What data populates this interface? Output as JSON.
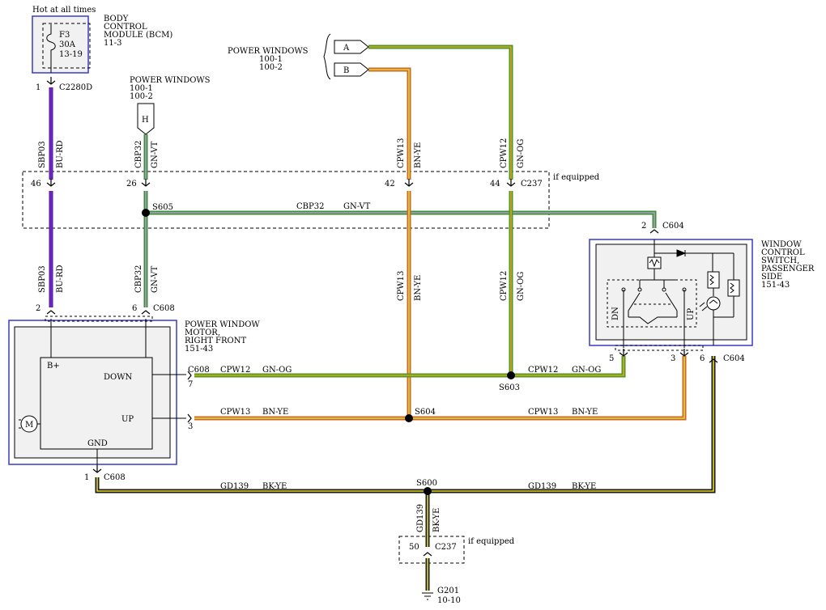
{
  "colors": {
    "BU-RD": {
      "main": "#5a1fa8",
      "stripe": "#7a28c8"
    },
    "GN-VT": {
      "main": "#3f8f3a",
      "stripe": "#b0a0c8"
    },
    "BN-YE": {
      "main": "#c96a28",
      "stripe": "#e8d23a"
    },
    "GN-OG": {
      "main": "#4a9a2a",
      "stripe": "#e8a21a"
    },
    "BK-YE": {
      "main": "#1a1a1a",
      "stripe": "#e8d81a"
    },
    "box_outline": "#3a3ac8",
    "box_fill": "#f1f1f1"
  },
  "bcm": {
    "hot_label": "Hot at all times",
    "fuse_lines": [
      "F3",
      "30A",
      "13-19"
    ],
    "title_lines": [
      "BODY",
      "CONTROL",
      "MODULE (BCM)",
      "11-3"
    ]
  },
  "connectors": {
    "c2280d": {
      "pin": "1",
      "name": "C2280D"
    },
    "c608_pin2": "2",
    "c608_pin6": "6",
    "c608": "C608",
    "c608_pin7": "7",
    "c608_pin3": "3",
    "c608_pin1": "1",
    "c237": "C237",
    "c237_pins": [
      "46",
      "26",
      "42",
      "44"
    ],
    "c604": "C604",
    "c604_pin2": "2",
    "c604_pin5": "5",
    "c604_pin3": "3",
    "c604_pin6": "6",
    "c237_bottom_pin": "50"
  },
  "power_windows_ref_top": {
    "title": "POWER WINDOWS",
    "refs": [
      "100-1",
      "100-2"
    ],
    "tag_h": "H"
  },
  "power_windows_ref_right": {
    "title": "POWER WINDOWS",
    "refs": [
      "100-1",
      "100-2"
    ],
    "tags": [
      "A",
      "B"
    ]
  },
  "if_equipped": "if equipped",
  "wires": {
    "sbp03": {
      "circuit": "SBP03",
      "color": "BU-RD"
    },
    "cbp32": {
      "circuit": "CBP32",
      "color": "GN-VT"
    },
    "cpw13": {
      "circuit": "CPW13",
      "color": "BN-YE"
    },
    "cpw12": {
      "circuit": "CPW12",
      "color": "GN-OG"
    },
    "gd139": {
      "circuit": "GD139",
      "color": "BK-YE"
    }
  },
  "splices": {
    "s605": "S605",
    "s603": "S603",
    "s604": "S604",
    "s600": "S600"
  },
  "motor": {
    "title_lines": [
      "POWER WINDOW",
      "MOTOR,",
      "RIGHT FRONT",
      "151-43"
    ],
    "b_plus": "B+",
    "down": "DOWN",
    "up": "UP",
    "gnd": "GND",
    "m": "M"
  },
  "switch": {
    "title_lines": [
      "WINDOW",
      "CONTROL",
      "SWITCH,",
      "PASSENGER",
      "SIDE",
      "151-43"
    ],
    "dn": "DN",
    "up": "UP"
  },
  "ground": {
    "name": "G201",
    "ref": "10-10"
  }
}
